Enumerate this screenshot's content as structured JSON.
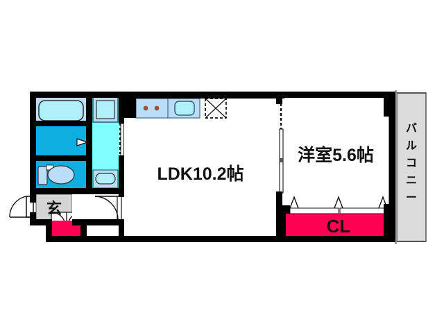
{
  "document": {
    "type": "floor-plan",
    "title": "1LDK apartment floor plan"
  },
  "rooms": {
    "ldk": {
      "label": "LDK10.2帖",
      "name": "living-dining-kitchen",
      "area_jo": "10.2"
    },
    "bedroom": {
      "label": "洋室5.6帖",
      "name": "western-style-room",
      "area_jo": "5.6"
    },
    "closet": {
      "label": "CL",
      "name": "closet"
    },
    "entrance": {
      "label": "玄",
      "name": "genkan-entrance"
    },
    "balcony": {
      "label": "バルコニー",
      "chars": [
        "バ",
        "ル",
        "コ",
        "ニ",
        "ー"
      ],
      "name": "balcony"
    }
  },
  "fixtures": {
    "bathtub": "bathtub",
    "bathroom": "bathroom-unit",
    "toilet": "toilet",
    "washing_machine": "washing-machine-space",
    "vanity_sink": "vanity-sink",
    "kitchen_stove": "two-burner-stove",
    "kitchen_sink": "kitchen-sink",
    "refrigerator_space": "refrigerator-space",
    "shoe_closet": "shoe-closet",
    "entry_door": "entry-door",
    "hallway": "hallway"
  },
  "colors": {
    "wall": "#000000",
    "bathtub_fill": "#BBDDF7",
    "bath_blue": "#0DAEE0",
    "hall_cyan": "#7FFFFF",
    "closet_red": "#FF0055",
    "balcony_gray": "#DCDCDC",
    "entrance_gray": "#D4D4D4",
    "tub_inner": "#AFF0FA",
    "counter_blue": "#BBDDF7",
    "sink_inner": "#AFF0FA",
    "burner": "#A0522D",
    "background": "#FFFFFF"
  }
}
